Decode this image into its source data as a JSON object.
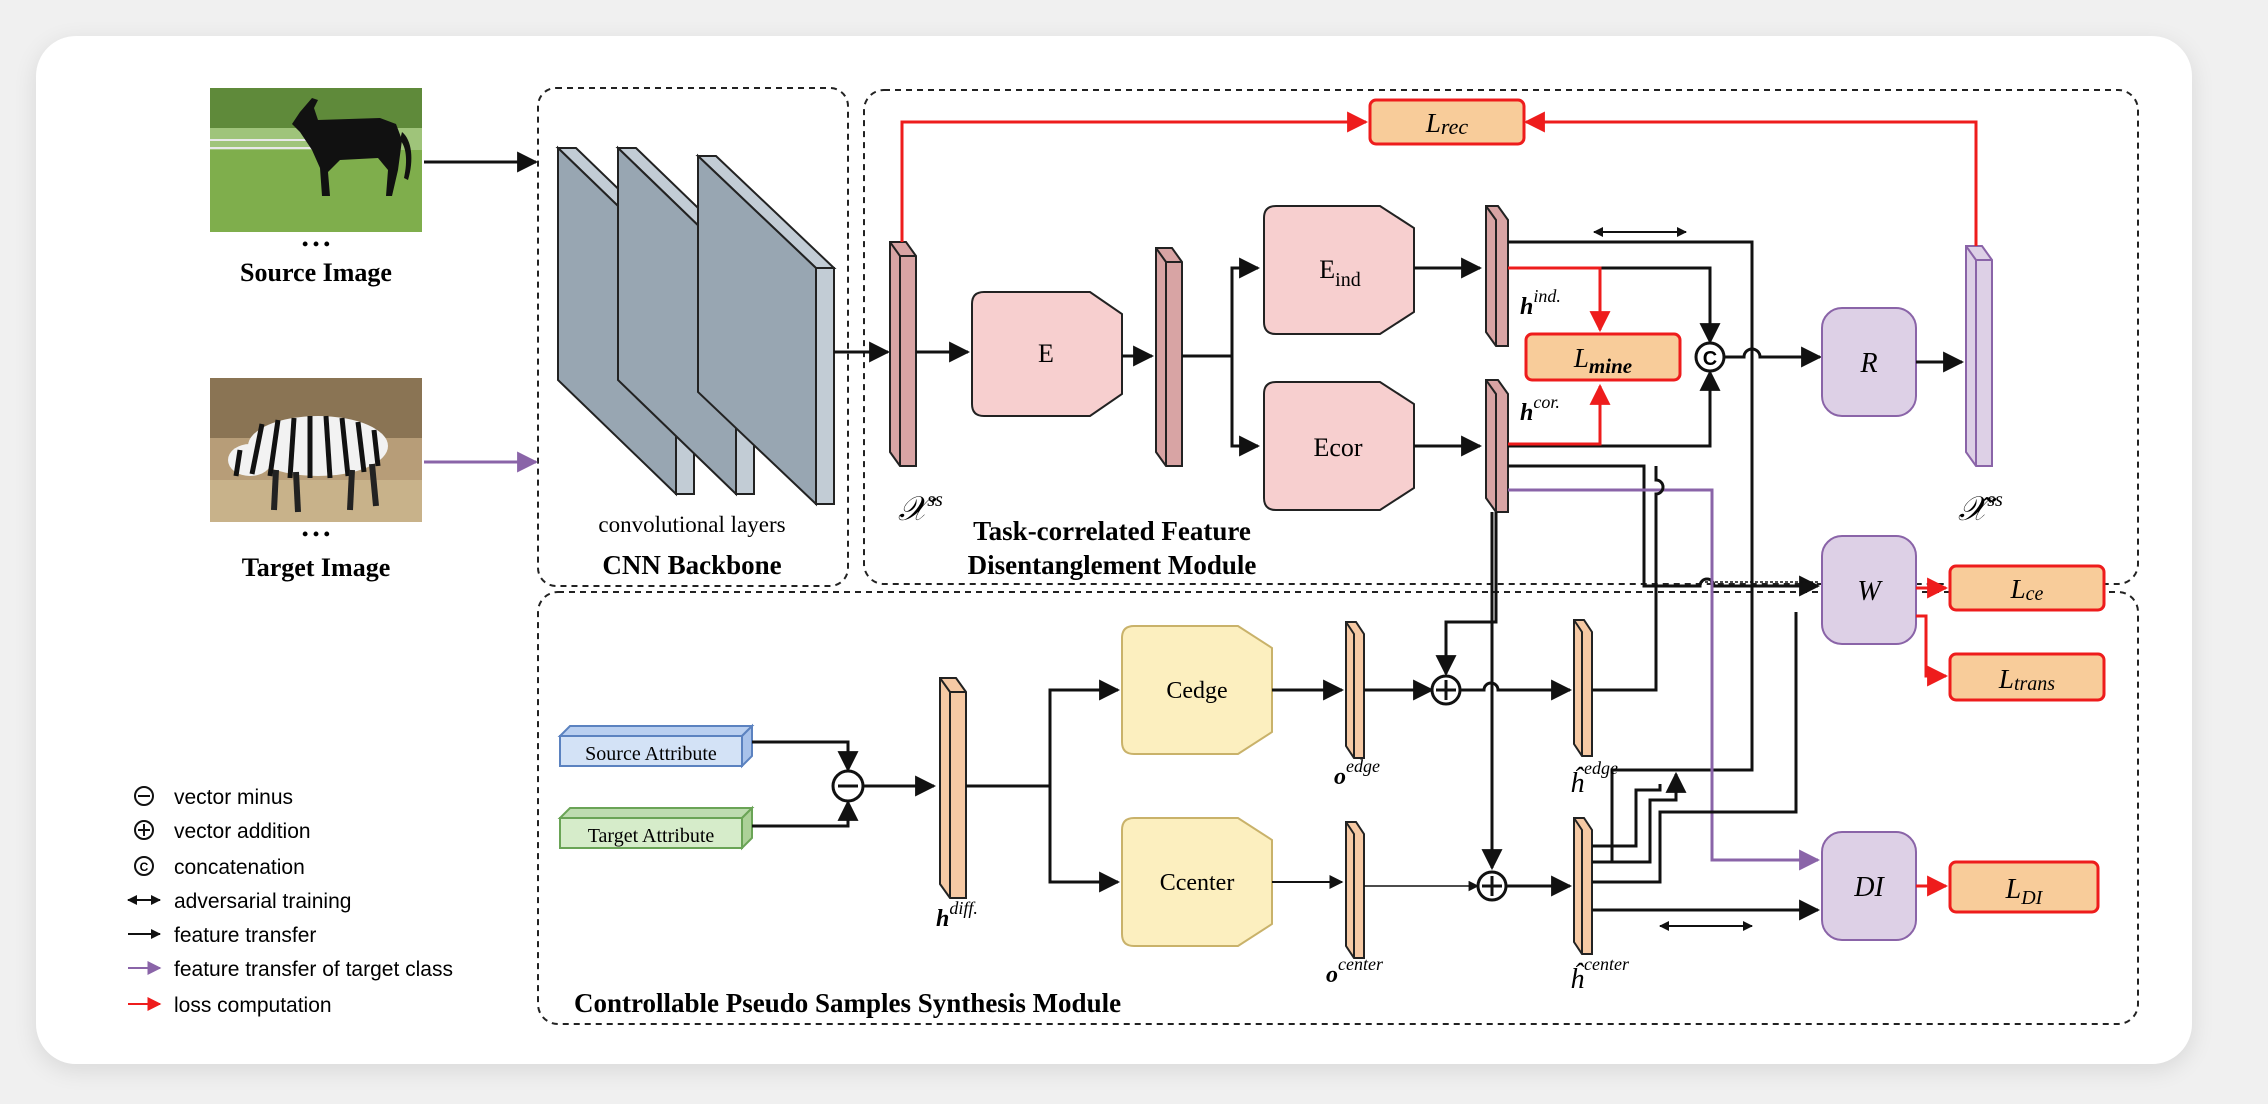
{
  "images": {
    "source_caption": "Source Image",
    "target_caption": "Target Image",
    "dots": "• • •"
  },
  "backbone": {
    "layers_label": "convolutional layers",
    "title": "CNN Backbone"
  },
  "tfdm": {
    "title_line1": "Task-correlated Feature",
    "title_line2": "Disentanglement Module",
    "x_ss": "𝒳",
    "x_ss_sup": "ss",
    "x_hat_ss": "𝒳̂",
    "encoder_E": "E",
    "encoder_ind_base": "E",
    "encoder_ind_sub": "ind",
    "encoder_cor": "Ecor",
    "h_ind_base": "h",
    "h_ind_sup": "ind.",
    "h_cor_base": "h",
    "h_cor_sup": "cor.",
    "concat_symbol": "C",
    "R": "R",
    "W": "W",
    "DI": "DI"
  },
  "losses": {
    "rec_base": "L",
    "rec_sub": "rec",
    "mine_base": "L",
    "mine_sub": "mine",
    "ce_base": "L",
    "ce_sub": "ce",
    "trans_base": "L",
    "trans_sub": "trans",
    "di_base": "L",
    "di_sub": "DI"
  },
  "cpssm": {
    "title": "Controllable Pseudo Samples Synthesis Module",
    "source_attribute": "Source Attribute",
    "target_attribute": "Target Attribute",
    "h_diff_base": "h",
    "h_diff_sup": "diff.",
    "cedge": "Cedge",
    "ccenter": "Ccenter",
    "o_edge_base": "o",
    "o_edge_sup": "edge",
    "o_center_base": "o",
    "o_center_sup": "center",
    "h_edge_base": "ĥ",
    "h_edge_sup": "edge",
    "h_center_base": "ĥ",
    "h_center_sup": "center"
  },
  "legend": [
    {
      "symbol": "minus",
      "label": "vector minus"
    },
    {
      "symbol": "plus",
      "label": "vector addition"
    },
    {
      "symbol": "concat",
      "label": "concatenation"
    },
    {
      "symbol": "double-arrow",
      "label": "adversarial training"
    },
    {
      "symbol": "black-arrow",
      "label": "feature transfer"
    },
    {
      "symbol": "purple-arrow",
      "label": "feature transfer of target class"
    },
    {
      "symbol": "red-arrow",
      "label": "loss computation"
    }
  ],
  "colors": {
    "loss_fill": "#f8cc9a",
    "loss_border": "#ee2222",
    "encoder_fill": "#f7cfcf",
    "gen_fill": "#fcefbf",
    "head_fill": "#ddd0e6",
    "backbone_fill": "#98a6b2",
    "purple": "#8a64a8",
    "red": "#ee1c1c"
  }
}
